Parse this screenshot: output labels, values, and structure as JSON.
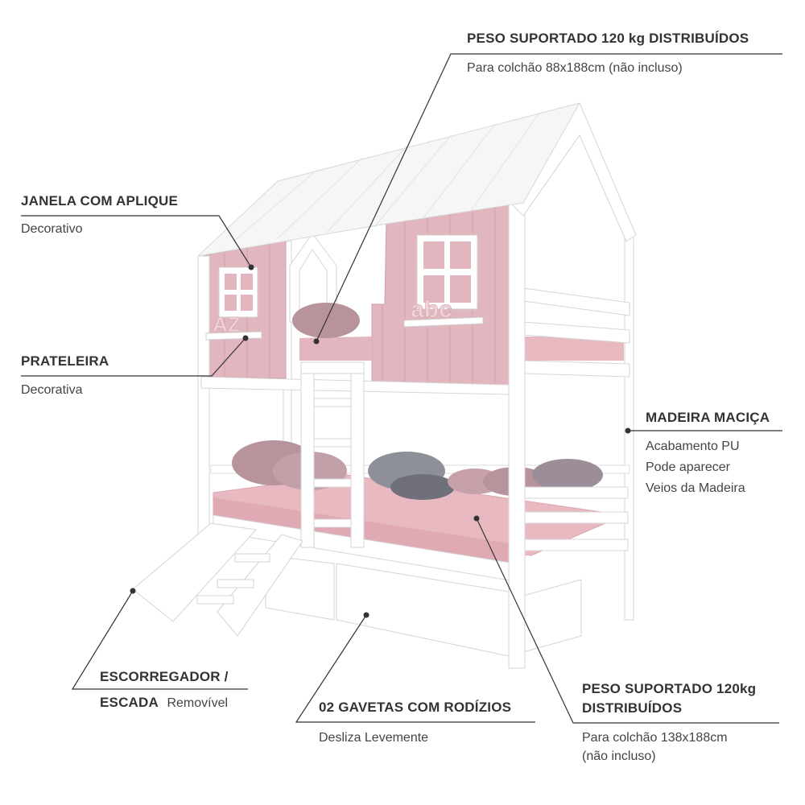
{
  "colors": {
    "frame": "#ffffff",
    "frame_stroke": "#d4d4d4",
    "pink_panel": "#e2b6be",
    "pink_dark": "#cf9ea8",
    "mattress": "#e9b9c2",
    "pillow_mauve": "#b7939c",
    "pillow_grey": "#8d8f99",
    "roof": "#f6f6f6",
    "leader": "#333333"
  },
  "icons": {
    "letters_left": "AZ",
    "letters_right": "abc"
  },
  "labels": {
    "peso_top": {
      "title": "PESO SUPORTADO 120 kg DISTRIBUÍDOS",
      "sub": "Para colchão 88x188cm (não incluso)"
    },
    "janela": {
      "title": "JANELA COM APLIQUE",
      "sub": "Decorativo"
    },
    "prateleira": {
      "title": "PRATELEIRA",
      "sub": "Decorativa"
    },
    "madeira": {
      "title": "MADEIRA MACIÇA",
      "lines": [
        "Acabamento PU",
        "Pode aparecer",
        "Veios da Madeira"
      ]
    },
    "escorregador": {
      "title_line1": "ESCORREGADOR /",
      "title_line2": "ESCADA",
      "sub": "Removível"
    },
    "gavetas": {
      "title": "02 GAVETAS COM RODÍZIOS",
      "sub": "Desliza Levemente"
    },
    "peso_bottom": {
      "title_line1": "PESO SUPORTADO 120kg",
      "title_line2": "DISTRIBUÍDOS",
      "sub_line1": "Para colchão 138x188cm",
      "sub_line2": "(não incluso)"
    }
  }
}
